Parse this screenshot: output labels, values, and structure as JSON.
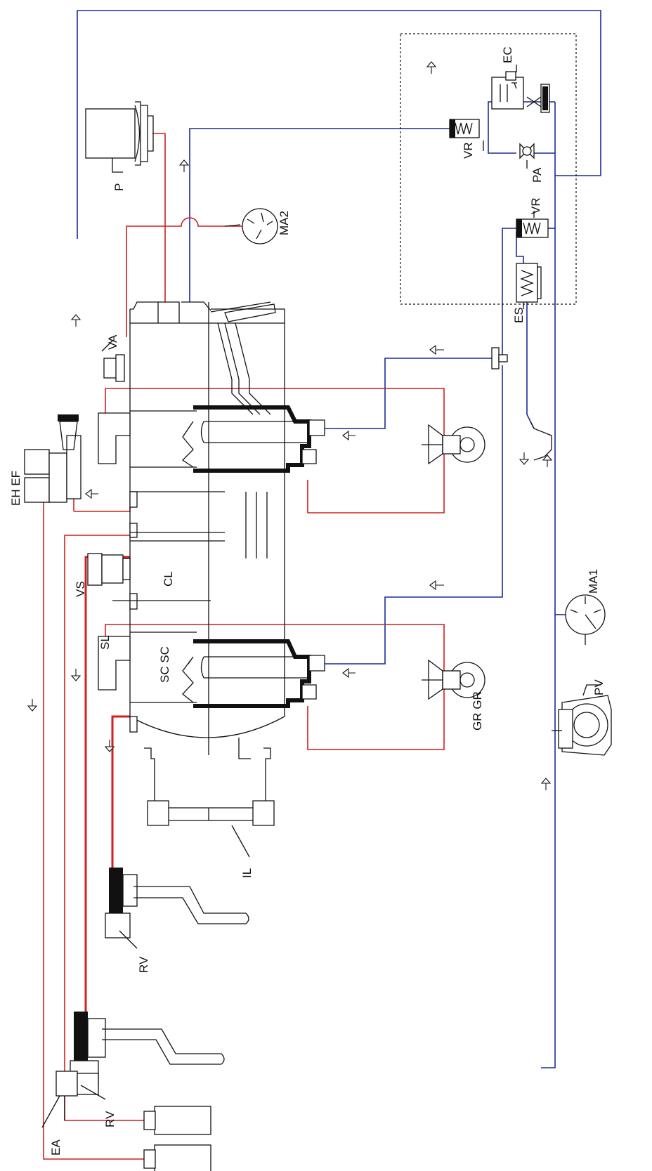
{
  "labels": {
    "P": "P",
    "MA2": "MA2",
    "VR_top": "VR",
    "EC": "EC",
    "PA": "PA",
    "VR_mid": "VR",
    "ES": "ES",
    "VA": "VA",
    "EH_EF": "EH EF",
    "VS": "VS",
    "CL": "CL",
    "SL": "SL",
    "SC_SC": "SC SC",
    "GR_GR": "GR GR",
    "MA1": "MA1",
    "PV": "PV",
    "IL": "IL",
    "RV_upper": "RV",
    "RV_lower": "RV",
    "EA": "EA"
  },
  "colors": {
    "water_line": "#1a2a9a",
    "hot_line": "#d21f1f",
    "outline": "#111111"
  }
}
